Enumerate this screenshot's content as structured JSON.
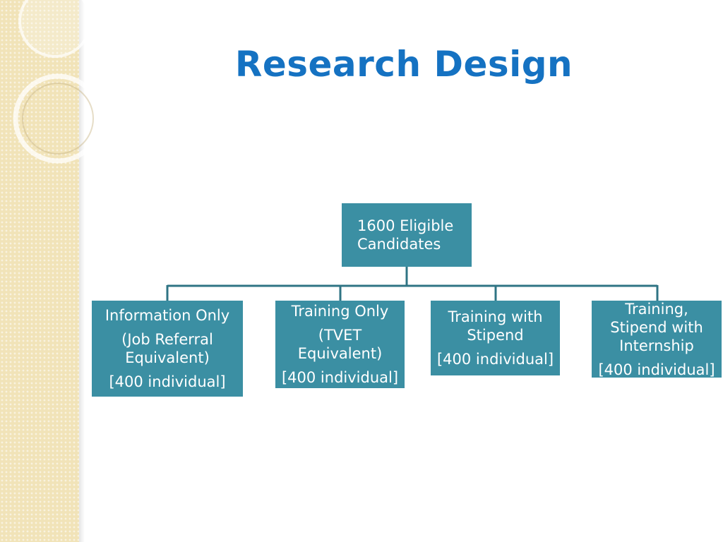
{
  "slide": {
    "title": "Research Design"
  },
  "diagram": {
    "root": {
      "line1": "1600 Eligible",
      "line2": "Candidates"
    },
    "branches": [
      {
        "name": "Information Only",
        "detail": "(Job Referral Equivalent)",
        "count": "[400 individual]"
      },
      {
        "name": "Training Only",
        "detail": "(TVET Equivalent)",
        "count": "[400 individual]"
      },
      {
        "name": "Training with Stipend",
        "count": "[400 individual]"
      },
      {
        "name": "Training, Stipend with Internship",
        "count": "[400 individual]"
      }
    ]
  },
  "colors": {
    "title": "#1572c2",
    "node_fill": "#3b8fa3",
    "connector": "#2f7484",
    "side_panel": "#f1e3b8"
  }
}
